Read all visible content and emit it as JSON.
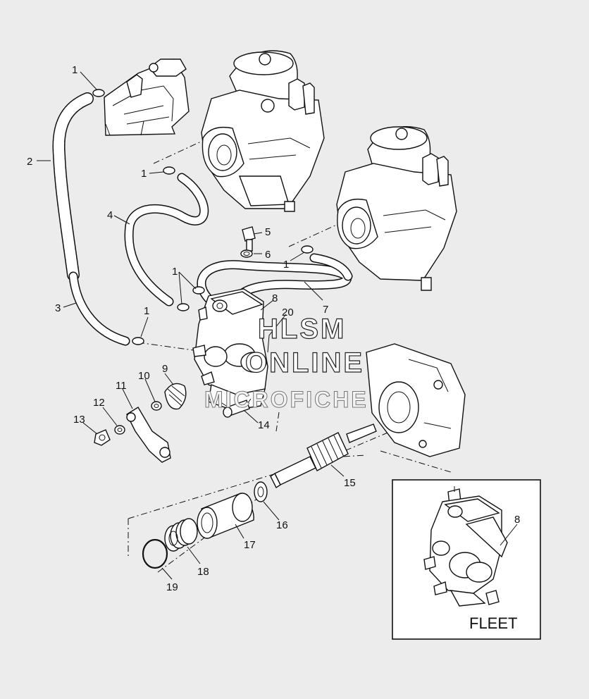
{
  "callouts": [
    {
      "id": "c1a",
      "text": "1"
    },
    {
      "id": "c2",
      "text": "2"
    },
    {
      "id": "c1b",
      "text": "1"
    },
    {
      "id": "c4",
      "text": "4"
    },
    {
      "id": "c5",
      "text": "5"
    },
    {
      "id": "c6",
      "text": "6"
    },
    {
      "id": "c1c",
      "text": "1"
    },
    {
      "id": "c1d",
      "text": "1"
    },
    {
      "id": "c8",
      "text": "8"
    },
    {
      "id": "c20",
      "text": "20"
    },
    {
      "id": "c7",
      "text": "7"
    },
    {
      "id": "c3",
      "text": "3"
    },
    {
      "id": "c1e",
      "text": "1"
    },
    {
      "id": "c9",
      "text": "9"
    },
    {
      "id": "c10",
      "text": "10"
    },
    {
      "id": "c11",
      "text": "11"
    },
    {
      "id": "c12",
      "text": "12"
    },
    {
      "id": "c13",
      "text": "13"
    },
    {
      "id": "c14",
      "text": "14"
    },
    {
      "id": "c15",
      "text": "15"
    },
    {
      "id": "c16",
      "text": "16"
    },
    {
      "id": "c17",
      "text": "17"
    },
    {
      "id": "c18",
      "text": "18"
    },
    {
      "id": "c19",
      "text": "19"
    },
    {
      "id": "c8b",
      "text": "8"
    }
  ],
  "watermark": {
    "line1": "HLSM",
    "line2": "ONLINE",
    "line3": "MICROFICHE"
  },
  "inset": {
    "label": "FLEET"
  }
}
